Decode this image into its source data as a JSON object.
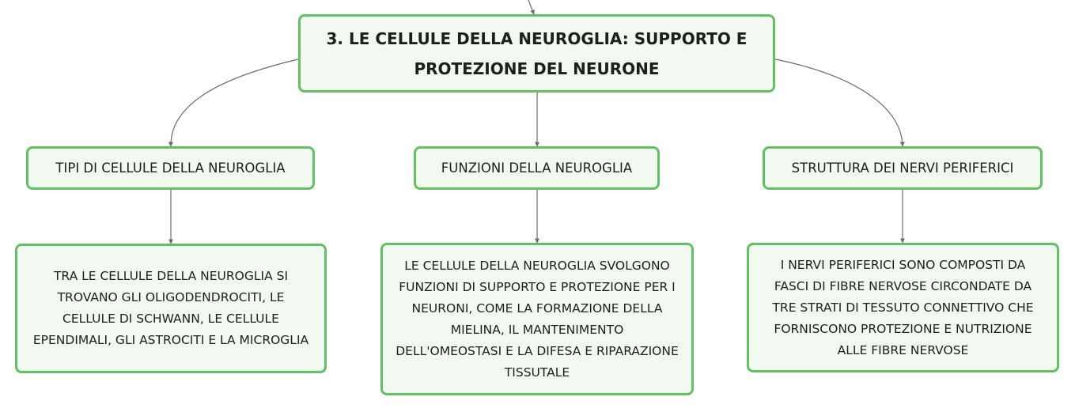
{
  "root": {
    "title_line1": "3. LE CELLULE DELLA NEUROGLIA: SUPPORTO E",
    "title_line2": "PROTEZIONE DEL NEURONE"
  },
  "topics": [
    {
      "label": "TIPI DI CELLULE DELLA NEUROGLIA",
      "detail": [
        "TRA LE CELLULE DELLA NEUROGLIA SI",
        "TROVANO GLI OLIGODENDROCITI, LE",
        "CELLULE DI SCHWANN, LE CELLULE",
        "EPENDIMALI, GLI ASTROCITI E LA MICROGLIA"
      ]
    },
    {
      "label": "FUNZIONI DELLA NEUROGLIA",
      "detail": [
        "LE CELLULE DELLA NEUROGLIA SVOLGONO",
        "FUNZIONI DI SUPPORTO E PROTEZIONE PER I",
        "NEURONI, COME LA FORMAZIONE DELLA",
        "MIELINA, IL MANTENIMENTO",
        "DELL'OMEOSTASI E LA DIFESA E RIPARAZIONE",
        "TISSUTALE"
      ]
    },
    {
      "label": "STRUTTURA DEI NERVI PERIFERICI",
      "detail": [
        "I NERVI PERIFERICI SONO COMPOSTI DA",
        "FASCI DI FIBRE NERVOSE CIRCONDATE DA",
        "TRE STRATI DI TESSUTO CONNETTIVO CHE",
        "FORNISCONO PROTEZIONE E NUTRIZIONE",
        "ALLE FIBRE NERVOSE"
      ]
    }
  ],
  "colors": {
    "node_border": "#62c162",
    "node_fill": "#f1f9f1",
    "connector": "#6b6b6b",
    "text": "#1e1e1e"
  }
}
